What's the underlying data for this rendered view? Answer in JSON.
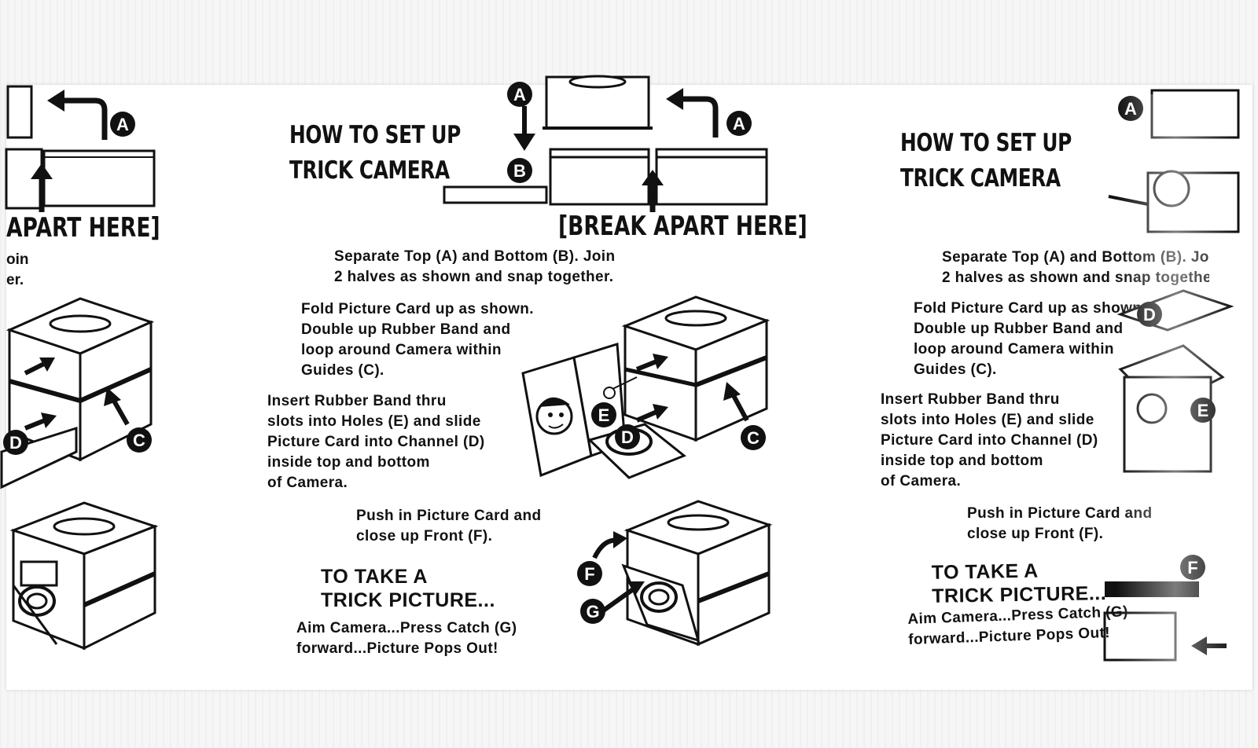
{
  "panel": {
    "heading_line1": "HOW TO SET UP",
    "heading_line2": "TRICK CAMERA",
    "break_label": "[BREAK APART HERE]",
    "step1": [
      "Separate Top (A) and Bottom (B). Join",
      "2 halves as shown and snap together."
    ],
    "step2": [
      "Fold Picture Card up as shown.",
      "Double up Rubber Band and",
      "loop around Camera within",
      "Guides (C)."
    ],
    "step3": [
      "Insert Rubber Band thru",
      "slots into Holes (E) and slide",
      "Picture Card into Channel (D)",
      "inside top and bottom",
      "of Camera."
    ],
    "step4": [
      "Push in Picture Card and",
      "close up Front (F)."
    ],
    "take_heading_line1": "TO TAKE A",
    "take_heading_line2": "TRICK PICTURE...",
    "step5": [
      "Aim Camera...Press Catch (G)",
      "forward...Picture Pops Out!"
    ]
  },
  "left_fragment": {
    "break_label": "APART HERE]",
    "line1": "oin",
    "line2": "er."
  },
  "callouts": {
    "a": "A",
    "b": "B",
    "c": "C",
    "d": "D",
    "e": "E",
    "f": "F",
    "g": "G"
  },
  "colors": {
    "ink": "#111111",
    "paper": "#ffffff",
    "wrapper": "#f4f4f4"
  }
}
